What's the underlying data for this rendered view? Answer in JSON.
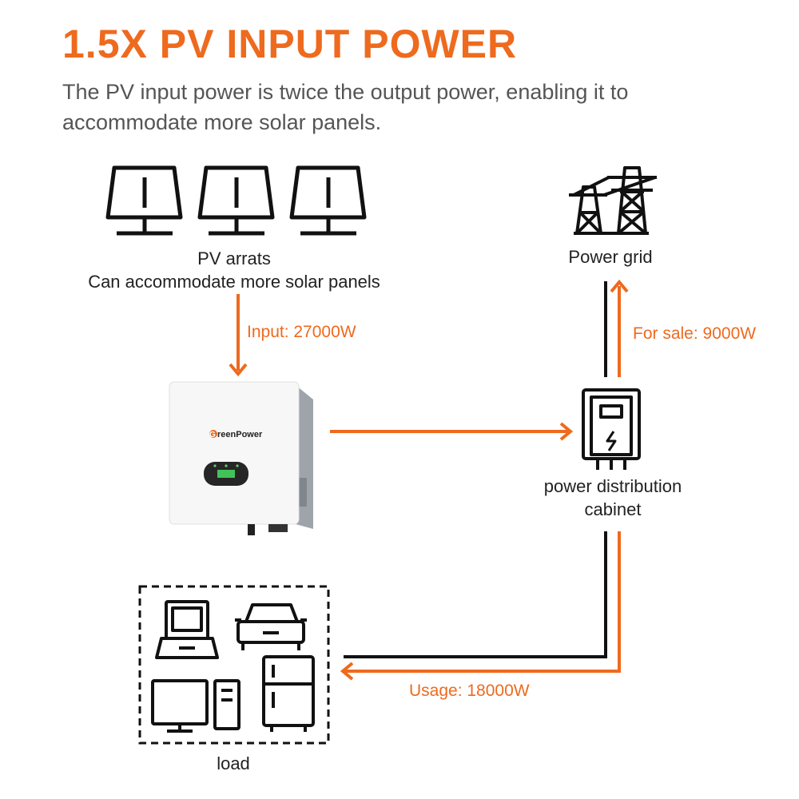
{
  "header": {
    "title": "1.5X PV INPUT POWER",
    "subtitle": "The PV input power is twice the output power, enabling it to accommodate more solar panels."
  },
  "nodes": {
    "pv_arrays": {
      "label_line1": "PV arrats",
      "label_line2": "Can accommodate more solar panels",
      "icon": "solar-panel-icon"
    },
    "power_grid": {
      "label": "Power grid",
      "icon": "transmission-tower-icon"
    },
    "inverter": {
      "brand": "reenPower",
      "brand_initial": "G"
    },
    "cabinet": {
      "label_line1": "power distribution",
      "label_line2": "cabinet",
      "icon": "distribution-cabinet-icon"
    },
    "load": {
      "label": "load",
      "icons": [
        "laptop-icon",
        "car-icon",
        "monitor-icon",
        "pc-tower-icon",
        "refrigerator-icon"
      ]
    }
  },
  "flows": {
    "input": "Input: 27000W",
    "sale": "For sale: 9000W",
    "usage": "Usage: 18000W"
  },
  "colors": {
    "accent": "#ee6a1e",
    "line": "#111111",
    "text": "#222222",
    "subtitle": "#555555"
  }
}
